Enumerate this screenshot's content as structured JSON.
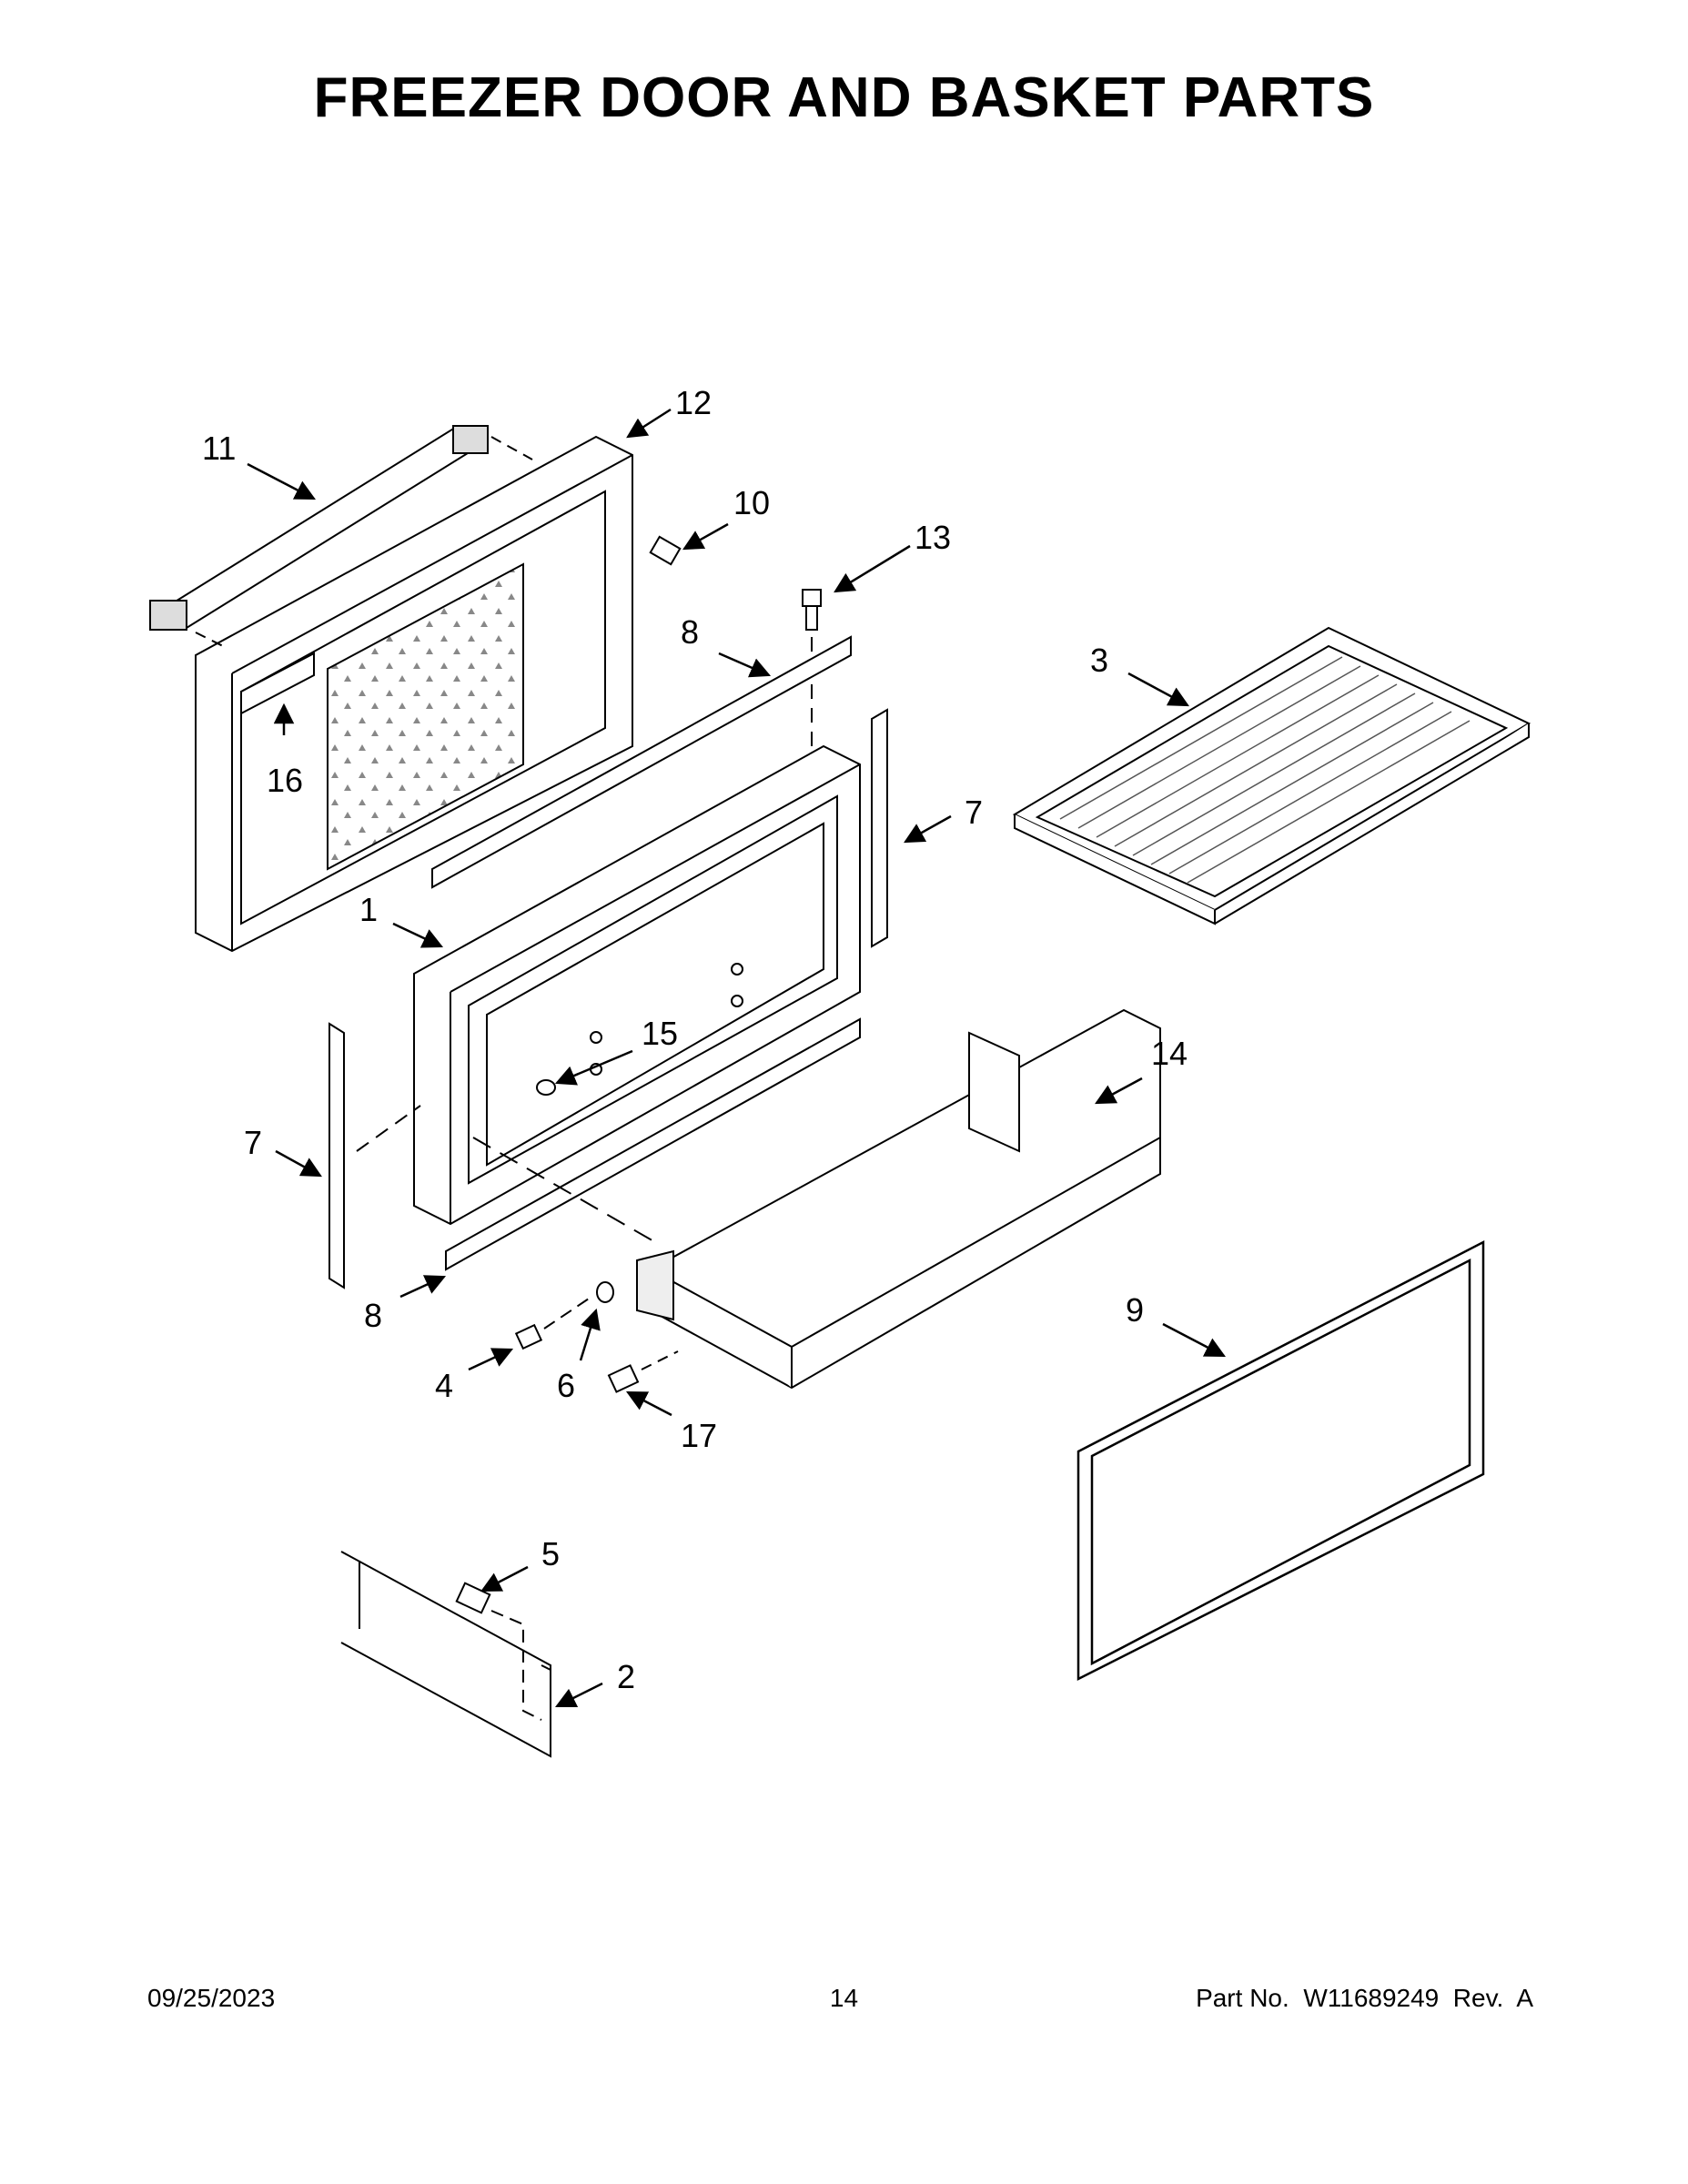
{
  "title": "FREEZER DOOR AND BASKET PARTS",
  "footer": {
    "date": "09/25/2023",
    "page": "14",
    "part_no": "Part No.  W11689249  Rev.  A"
  },
  "callouts": {
    "c1": "1",
    "c2": "2",
    "c3": "3",
    "c4": "4",
    "c5": "5",
    "c6": "6",
    "c7a": "7",
    "c7b": "7",
    "c8a": "8",
    "c8b": "8",
    "c9": "9",
    "c10": "10",
    "c11": "11",
    "c12": "12",
    "c13": "13",
    "c14": "14",
    "c15": "15",
    "c16": "16",
    "c17": "17"
  }
}
